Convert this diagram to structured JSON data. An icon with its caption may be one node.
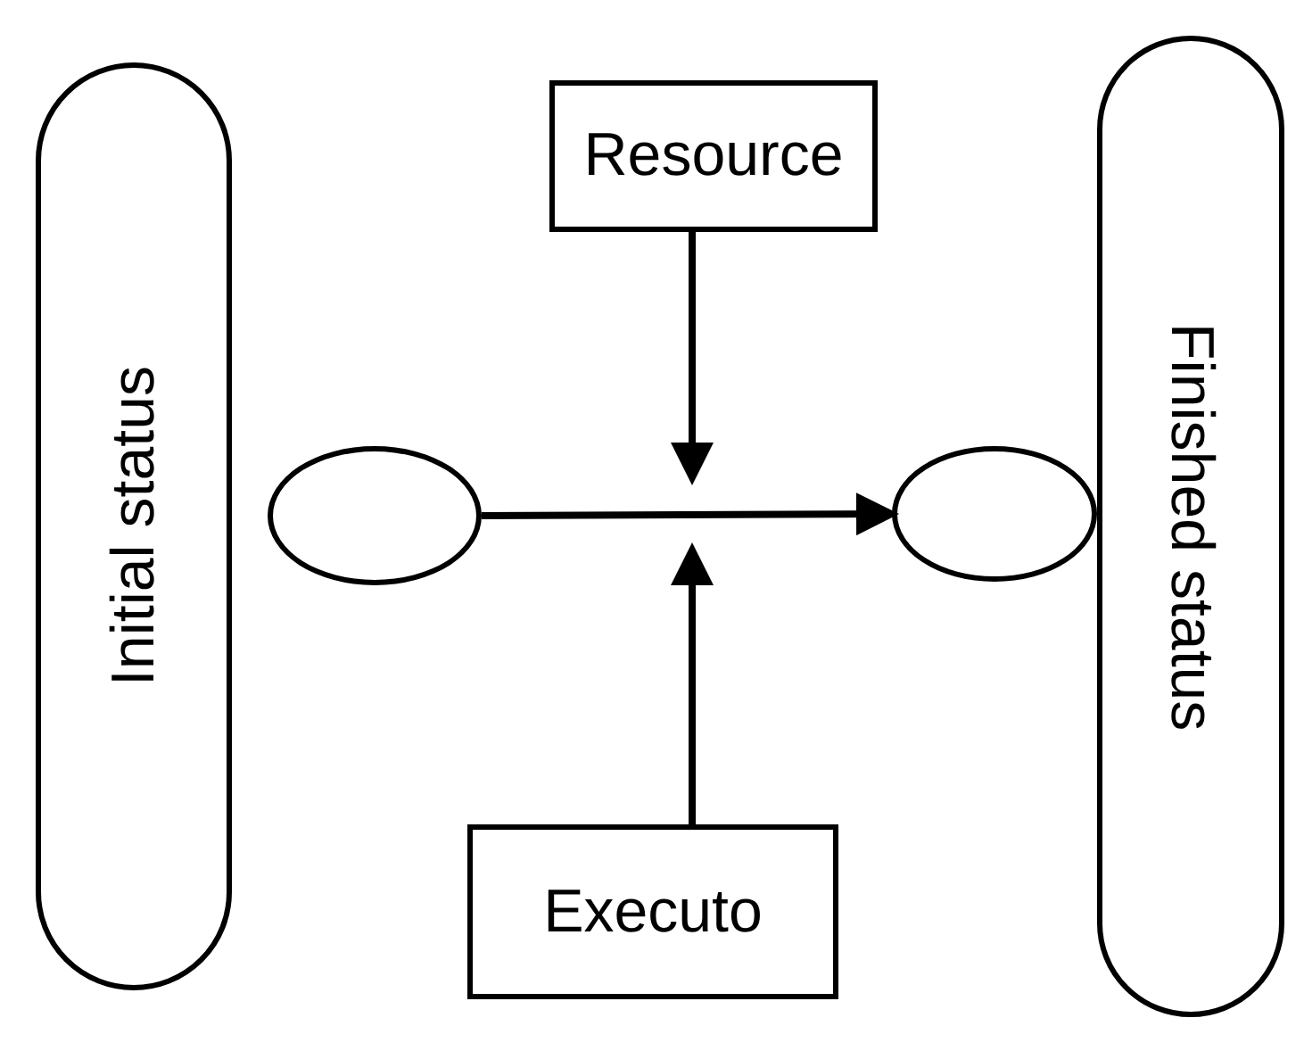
{
  "diagram": {
    "nodes": [
      {
        "text": [
          "Initial status"
        ]
      },
      {
        "text": [
          "Resource"
        ]
      },
      {
        "text": [],
        "shape": "ellipse"
      },
      {
        "text": [],
        "shape": "ellipse"
      },
      {
        "text": [
          "Finished status"
        ]
      },
      {
        "text": [
          "Executo"
        ]
      }
    ],
    "edges": [
      {
        "from": 2,
        "to": 3,
        "arrow": "to"
      },
      {
        "from": 1,
        "to": null,
        "arrow": "to"
      },
      {
        "from": 5,
        "to": null,
        "arrow": "to"
      }
    ]
  }
}
